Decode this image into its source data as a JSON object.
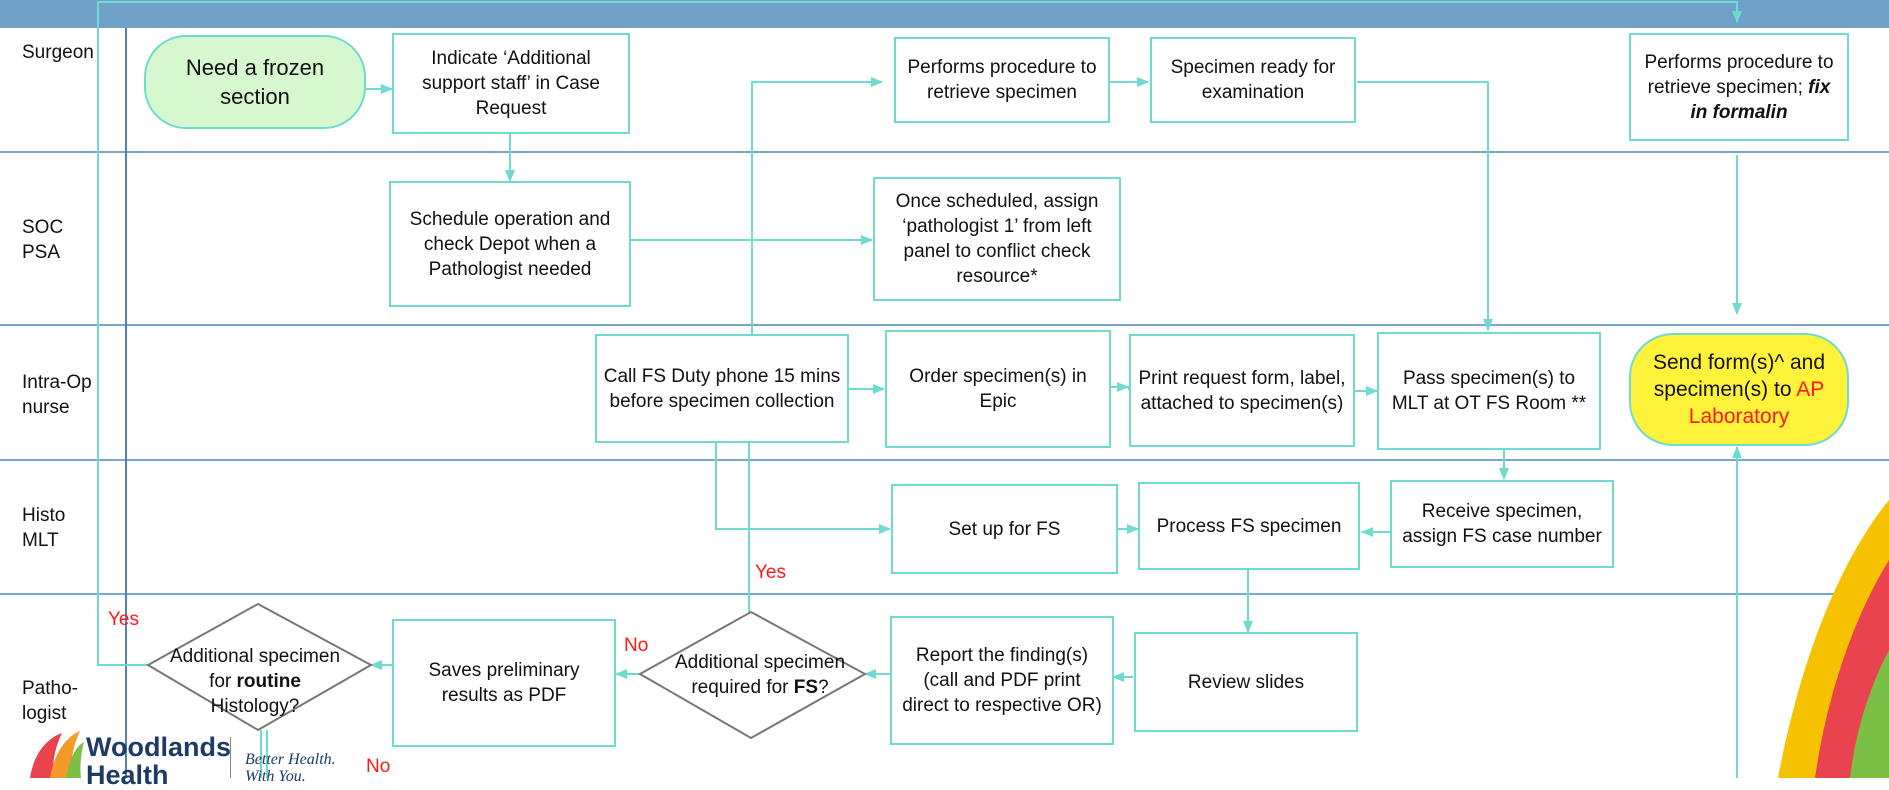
{
  "lanes": [
    {
      "label": "Surgeon"
    },
    {
      "label": "SOC\nPSA"
    },
    {
      "label": "Intra-Op\nnurse"
    },
    {
      "label": "Histo\nMLT"
    },
    {
      "label": "Patho-\nlogist"
    }
  ],
  "nodes": {
    "need_frozen": "Need a frozen section",
    "indicate_support": "Indicate ‘Additional support staff’ in Case Request",
    "performs_retrieve": "Performs procedure to retrieve specimen",
    "specimen_ready": "Specimen ready for examination",
    "performs_fix_part1": "Performs procedure to retrieve specimen; ",
    "performs_fix_part2": "fix in formalin",
    "schedule_operation": "Schedule operation and check Depot when a Pathologist needed",
    "once_scheduled": "Once scheduled, assign ‘pathologist 1’ from left panel to conflict check resource*",
    "call_fs_duty": "Call FS Duty phone 15 mins before specimen collection",
    "order_specimen": "Order specimen(s) in Epic",
    "print_request": "Print request form, label, attached to specimen(s)",
    "pass_specimen": "Pass specimen(s) to MLT at OT FS Room **",
    "send_form_part1": "Send form(s)^ and specimen(s) to ",
    "send_form_part2": "AP Laboratory",
    "set_up_fs": "Set up for FS",
    "process_fs": "Process FS specimen",
    "receive_specimen": "Receive specimen, assign FS case number",
    "review_slides": "Review slides",
    "report_findings": "Report the finding(s) (call and PDF print direct to respective OR)",
    "saves_preliminary": "Saves preliminary results as PDF",
    "decision_fs_part1": "Additional specimen required for ",
    "decision_fs_part2": "FS",
    "decision_fs_part3": "?",
    "decision_routine_part1": "Additional specimen for ",
    "decision_routine_part2": "routine",
    "decision_routine_part3": " Histology?"
  },
  "edge_labels": {
    "yes_fs": "Yes",
    "no_fs": "No",
    "yes_routine": "Yes",
    "no_routine": "No"
  },
  "logo": {
    "name_line1": "Woodlands",
    "name_line2": "Health",
    "tagline_line1": "Better Health.",
    "tagline_line2": "With You."
  },
  "colors": {
    "connector": "#6fdad0",
    "lane_header": "#6fa0c8",
    "start_fill": "#d7f8cf",
    "end_fill": "#fff23a",
    "label_red": "#ff1a1a"
  }
}
